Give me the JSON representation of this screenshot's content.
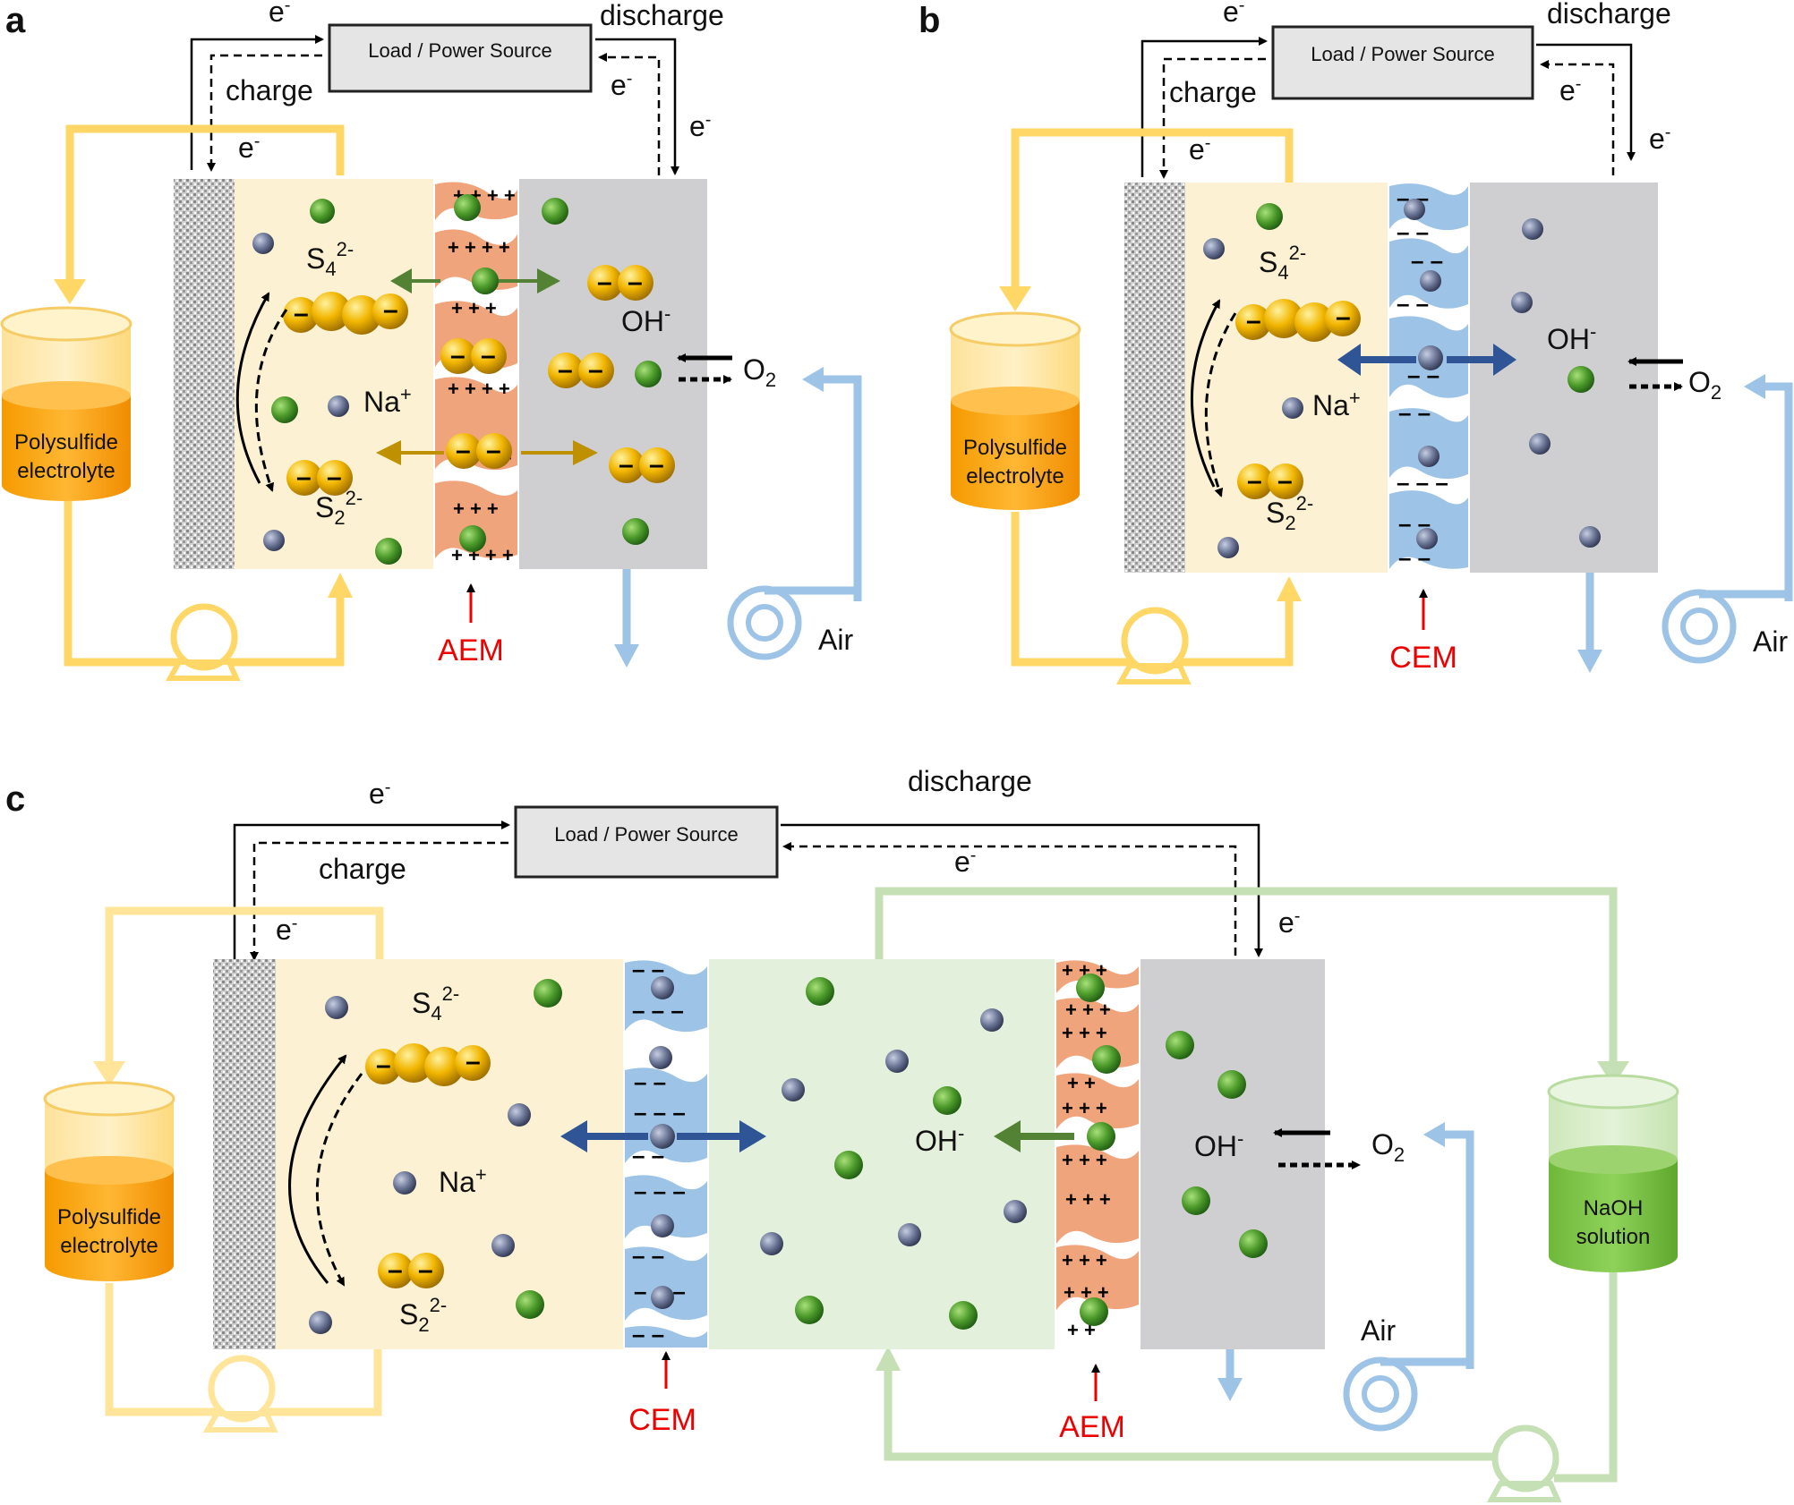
{
  "panels": [
    {
      "id": "a",
      "label": "a",
      "membrane": "AEM",
      "box": "Load / Power Source",
      "discharge": "discharge",
      "charge": "charge",
      "electron": "e",
      "electron_sup": "-",
      "species": {
        "s4": "S",
        "s4_sub": "4",
        "s4_sup": "2-",
        "s2": "S",
        "s2_sub": "2",
        "s2_sup": "2-",
        "na": "Na",
        "na_sup": "+",
        "oh": "OH",
        "oh_sup": "-",
        "o2": "O",
        "o2_sub": "2"
      },
      "tank": [
        "Polysulfide",
        "electrolyte"
      ],
      "air": "Air"
    },
    {
      "id": "b",
      "label": "b",
      "membrane": "CEM",
      "box": "Load / Power Source",
      "discharge": "discharge",
      "charge": "charge",
      "electron": "e",
      "electron_sup": "-",
      "species": {
        "s4": "S",
        "s4_sub": "4",
        "s4_sup": "2-",
        "s2": "S",
        "s2_sub": "2",
        "s2_sup": "2-",
        "na": "Na",
        "na_sup": "+",
        "oh": "OH",
        "oh_sup": "-",
        "o2": "O",
        "o2_sub": "2"
      },
      "tank": [
        "Polysulfide",
        "electrolyte"
      ],
      "air": "Air"
    },
    {
      "id": "c",
      "label": "c",
      "membrane1": "CEM",
      "membrane2": "AEM",
      "box": "Load / Power Source",
      "discharge": "discharge",
      "charge": "charge",
      "electron": "e",
      "electron_sup": "-",
      "species": {
        "s4": "S",
        "s4_sub": "4",
        "s4_sup": "2-",
        "s2": "S",
        "s2_sub": "2",
        "s2_sup": "2-",
        "na": "Na",
        "na_sup": "+",
        "oh": "OH",
        "oh_sup": "-",
        "o2": "O",
        "o2_sub": "2"
      },
      "tank": [
        "Polysulfide",
        "electrolyte"
      ],
      "tank2": [
        "NaOH",
        "solution"
      ],
      "air": "Air"
    }
  ],
  "colors": {
    "anolyte_bg": "#fdf1d3",
    "catholyte_bg": "#cfcfd1",
    "middle_bg": "#e3f0db",
    "aem": "#f0a47c",
    "cem": "#9dc4e6",
    "polysulfide_line": "#ffd766",
    "air_line": "#9dc3e6",
    "naoh_line": "#c5e0b4",
    "membrane_label": "#ee0000",
    "green_arrow": "#548235",
    "gold_arrow": "#bf9000",
    "blue_arrow": "#2f5597"
  }
}
